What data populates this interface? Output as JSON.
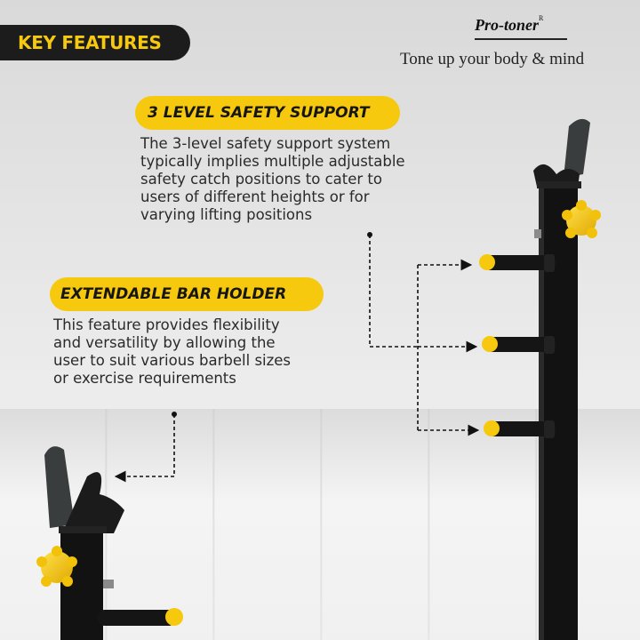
{
  "header": {
    "badge": "KEY FEATURES",
    "brand": "Pro-toner",
    "brand_mark": "R",
    "tagline": "Tone up your body & mind"
  },
  "features": [
    {
      "title": "3 LEVEL SAFETY SUPPORT",
      "lines": [
        "The 3-level safety support system",
        "typically implies multiple adjustable",
        "safety catch positions to cater to",
        "users of different heights or for",
        "varying lifting positions"
      ]
    },
    {
      "title": "EXTENDABLE BAR HOLDER",
      "lines": [
        "This feature provides flexibility",
        "and versatility by allowing the",
        "user to suit various barbell sizes",
        "or exercise requirements"
      ]
    }
  ],
  "colors": {
    "accent": "#f6c90e",
    "badge_bg": "#1c1c1c",
    "frame": "#111111"
  },
  "icons": [
    "dashed-arrow",
    "star-knob",
    "bar-holder-pin"
  ]
}
